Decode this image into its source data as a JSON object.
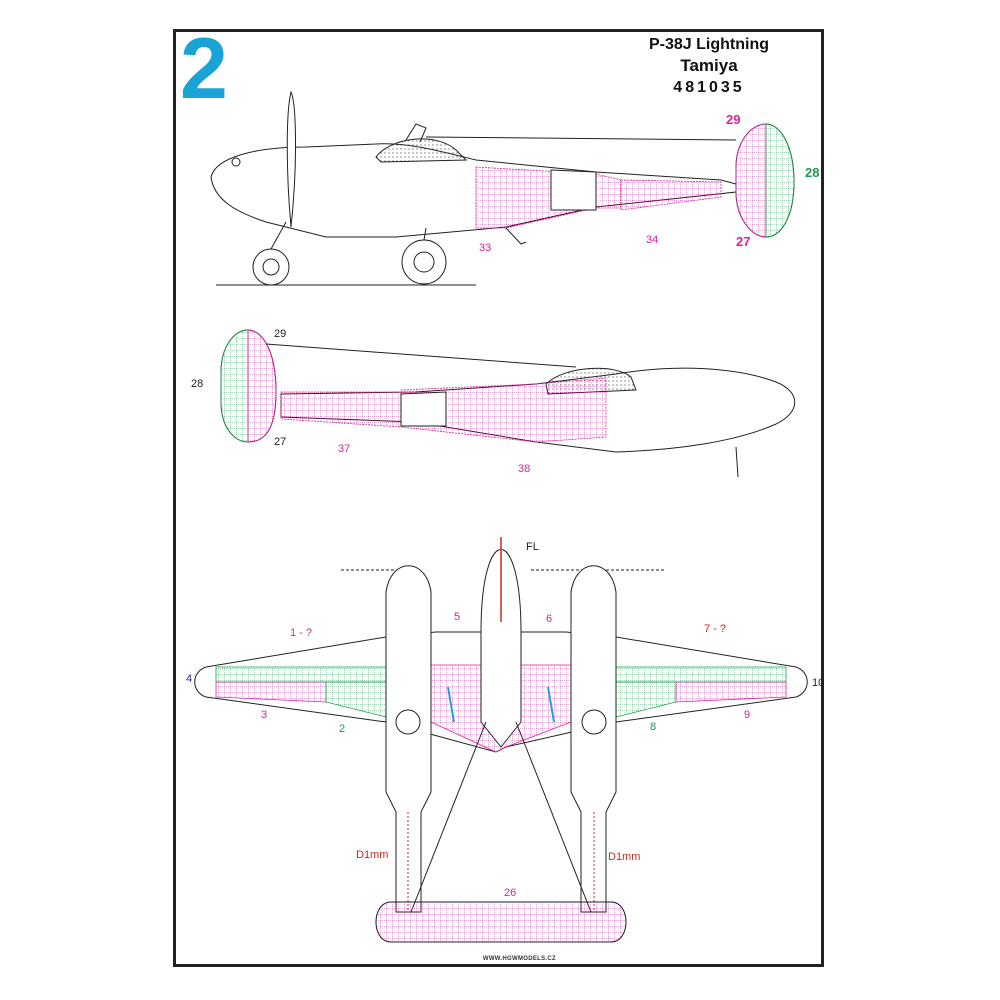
{
  "sheet": {
    "number": "2",
    "title": "P-38J Lightning",
    "maker": "Tamiya",
    "code": "481035",
    "credit": "WWW.HGWMODELS.CZ"
  },
  "colors": {
    "magenta": "#d6249a",
    "green": "#1e9c4a",
    "blue": "#2a6fd6",
    "navy": "#2a2a8c",
    "red": "#d2281e",
    "cyan": "#1aa3d6",
    "line": "#222222"
  },
  "labels": {
    "side_top": {
      "p33": "33",
      "p34": "34",
      "p27": "27",
      "p28": "28",
      "p29": "29"
    },
    "side_bottom": {
      "p29": "29",
      "p28": "28",
      "p27": "27",
      "p37": "37",
      "p38": "38"
    },
    "plan": {
      "p1": "1 - ?",
      "p2": "2",
      "p3": "3",
      "p4": "4",
      "p5": "5",
      "p6": "6",
      "p7": "7 - ?",
      "p8": "8",
      "p9": "9",
      "p10": "10",
      "p26": "26",
      "fl": "FL",
      "drill_left": "D1mm",
      "drill_right": "D1mm"
    }
  }
}
